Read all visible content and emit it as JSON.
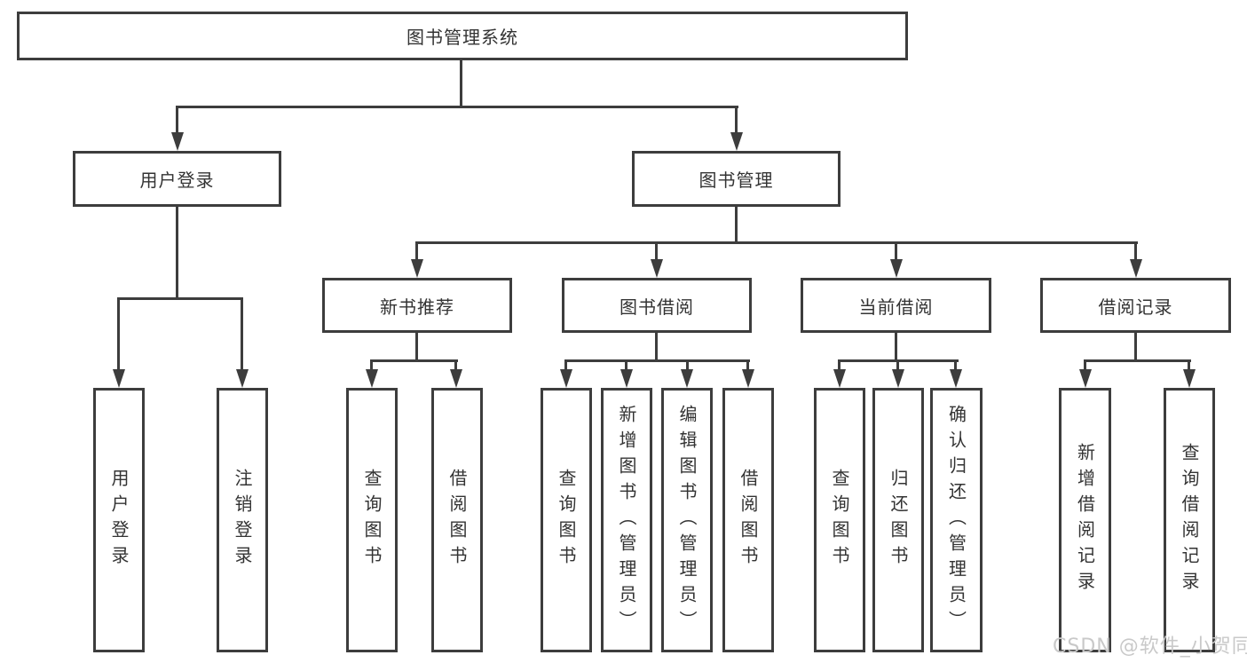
{
  "diagram": {
    "root": {
      "label": "图书管理系统"
    },
    "branches": [
      {
        "label": "用户登录",
        "children": [
          {
            "label": "用户登录"
          },
          {
            "label": "注销登录"
          }
        ]
      },
      {
        "label": "图书管理",
        "children": [
          {
            "label": "新书推荐",
            "children": [
              {
                "label": "查询图书"
              },
              {
                "label": "借阅图书"
              }
            ]
          },
          {
            "label": "图书借阅",
            "children": [
              {
                "label": "查询图书"
              },
              {
                "label": "新增图书（管理员）"
              },
              {
                "label": "编辑图书（管理员）"
              },
              {
                "label": "借阅图书"
              }
            ]
          },
          {
            "label": "当前借阅",
            "children": [
              {
                "label": "查询图书"
              },
              {
                "label": "归还图书"
              },
              {
                "label": "确认归还（管理员）"
              }
            ]
          },
          {
            "label": "借阅记录",
            "children": [
              {
                "label": "新增借阅记录"
              },
              {
                "label": "查询借阅记录"
              }
            ]
          }
        ]
      }
    ]
  },
  "watermark": {
    "text": "CSDN @软件_小贺同学"
  },
  "colors": {
    "line": "#3d3d3d",
    "box_border": "#3d3d3d",
    "text": "#333333",
    "watermark": "#c9c9c9",
    "background": "#ffffff"
  }
}
